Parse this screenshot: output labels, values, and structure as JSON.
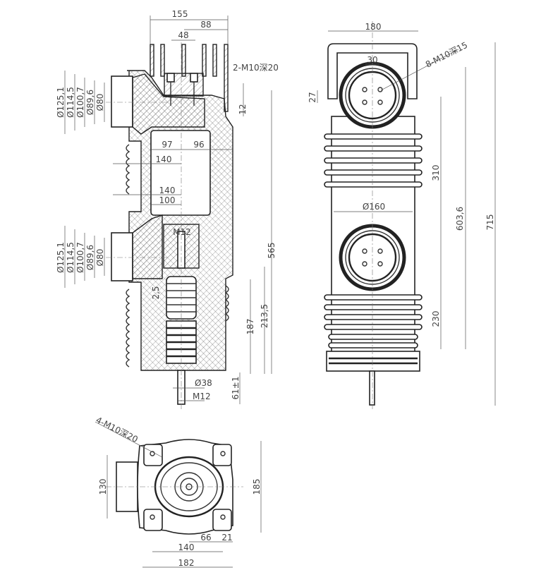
{
  "side_view": {
    "dims": {
      "w155": "155",
      "w88": "88",
      "w48": "48",
      "bolt_note": "2-M10深20",
      "d1251_top": "Ø125,1",
      "d1145_top": "Ø114,5",
      "d1007_top": "Ø100,7",
      "d896_top": "Ø89,6",
      "d80_top": "Ø80",
      "d1251_bot": "Ø125,1",
      "d1145_bot": "Ø114,5",
      "d1007_bot": "Ø100,7",
      "d896_bot": "Ø89,6",
      "d80_bot": "Ø80",
      "h12": "12",
      "w97": "97",
      "w96": "96",
      "w140a": "140",
      "w140b": "140",
      "w100": "100",
      "m12_top": "M12",
      "t25": "2,5",
      "h565": "565",
      "h2135": "213,5",
      "h187": "187",
      "d38": "Ø38",
      "m12_bot": "M12",
      "h61": "61±1"
    }
  },
  "front_view": {
    "dims": {
      "w180": "180",
      "w30": "30",
      "h27": "27",
      "bolt_note": "8-M10深15",
      "h310": "310",
      "h6036": "603,6",
      "h715": "715",
      "d160": "Ø160",
      "h230": "230"
    }
  },
  "bottom_view": {
    "dims": {
      "bolt_note": "4-M10深20",
      "h130": "130",
      "h185": "185",
      "w66": "66",
      "w21": "21",
      "w140": "140",
      "w182": "182"
    }
  }
}
